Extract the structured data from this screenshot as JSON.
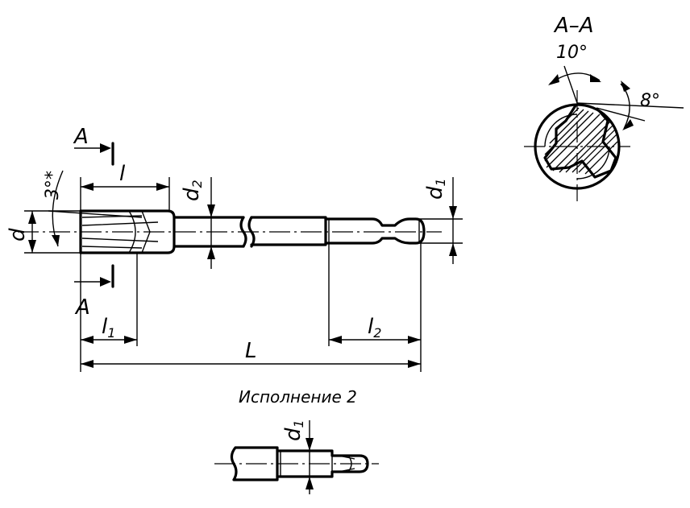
{
  "labels": {
    "section_title": "A–A",
    "section_mark_top": "A",
    "section_mark_bottom": "A",
    "angle_top": "10°",
    "angle_right": "8°",
    "angle_left": "3°*",
    "dim_l": "l",
    "dim_d": "d",
    "dim_d1": "d",
    "dim_d1_sub": "1",
    "dim_d2": "d",
    "dim_d2_sub": "2",
    "dim_l1": "l",
    "dim_l1_sub": "1",
    "dim_l2": "l",
    "dim_l2_sub": "2",
    "dim_L": "L",
    "variant_caption": "Исполнение 2",
    "variant_d1": "d",
    "variant_d1_sub": "1"
  }
}
